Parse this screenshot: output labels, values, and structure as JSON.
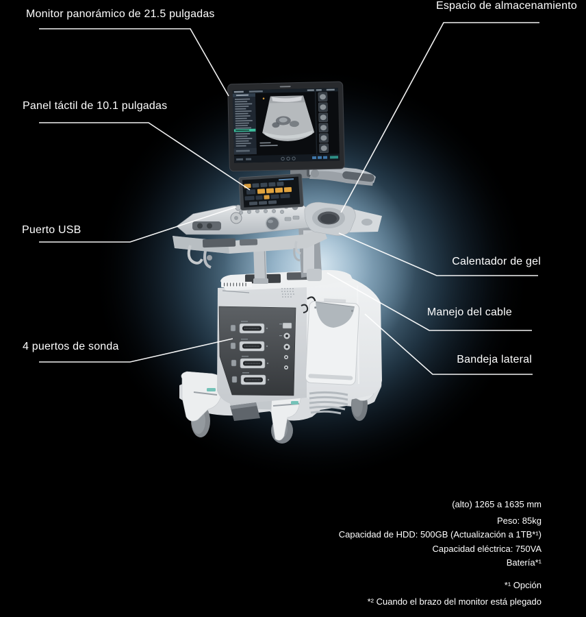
{
  "callouts": {
    "monitor": "Monitor panorámico de 21.5 pulgadas",
    "storage": "Espacio de almacenamiento",
    "touch_panel": "Panel táctil de 10.1 pulgadas",
    "usb": "Puerto USB",
    "gel_warmer": "Calentador de gel",
    "cable": "Manejo del cable",
    "probe_ports": "4 puertos de sonda",
    "side_tray": "Bandeja lateral"
  },
  "specs": {
    "height": "(alto) 1265 a 1635 mm",
    "weight": "Peso: 85kg",
    "hdd": "Capacidad de HDD: 500GB (Actualización a 1TB*¹)",
    "power": "Capacidad eléctrica: 750VA",
    "battery": "Batería*¹",
    "footnote_1": "*¹ Opción",
    "footnote_2": "*² Cuando el brazo del monitor está plegado"
  },
  "colors": {
    "background": "#000000",
    "label_text": "#ffffff",
    "callout_line": "#ffffff",
    "glow_blue": "#5d87a5",
    "touch_button_orange": "#d79b3c",
    "sidebar_highlight_teal": "#3dbd9c",
    "caster_accent_teal": "#74c2b8"
  }
}
